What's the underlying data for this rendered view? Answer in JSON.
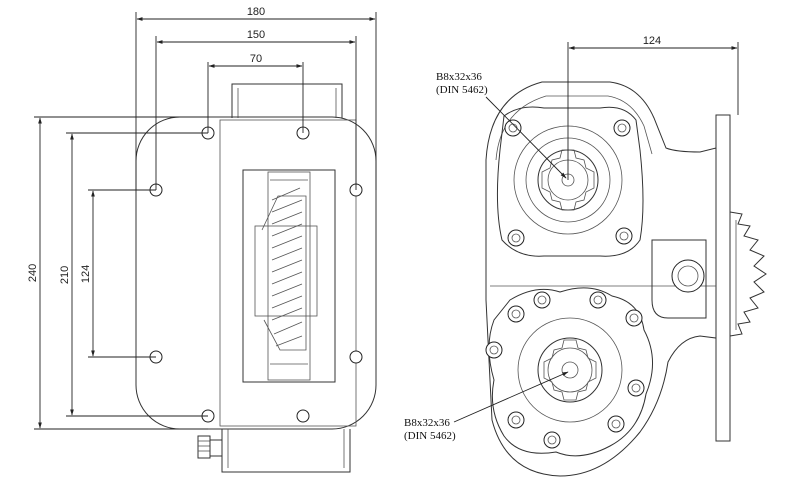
{
  "figure": {
    "dimensions": {
      "width_overall": "180",
      "width_holes": "150",
      "width_inner": "70",
      "height_overall": "240",
      "height_holes": "210",
      "height_inner": "124",
      "shaft_offset": "124"
    },
    "callouts": {
      "upper_spec_line1": "B8x32x36",
      "upper_spec_line2": "(DIN 5462)",
      "lower_spec_line1": "B8x32x36",
      "lower_spec_line2": "(DIN 5462)"
    },
    "colors": {
      "line": "#333333",
      "background": "#ffffff"
    }
  }
}
